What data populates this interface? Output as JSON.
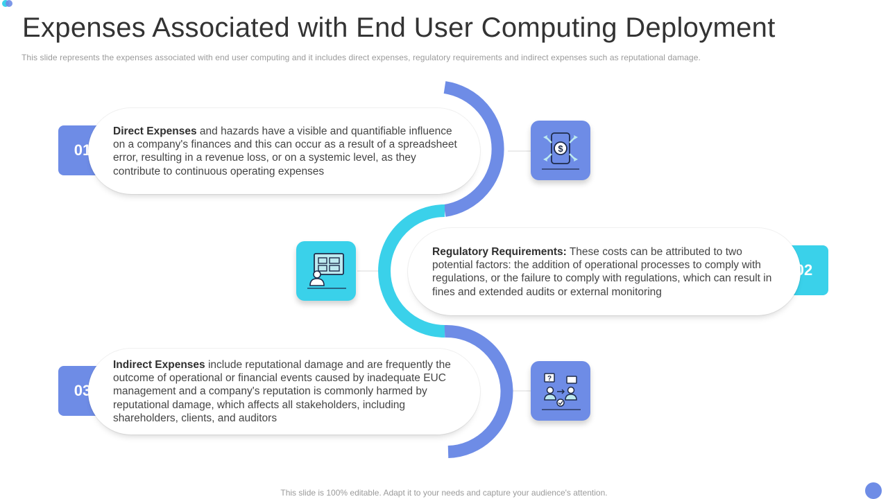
{
  "title": "Expenses Associated with End User Computing Deployment",
  "subtitle": "This slide represents the expenses associated with end user computing and it includes direct expenses, regulatory requirements and indirect expenses such as reputational damage.",
  "colors": {
    "accent_blue": "#6e8ce6",
    "accent_cyan": "#3ad1ea"
  },
  "items": [
    {
      "number": "01",
      "heading": "Direct Expenses",
      "body": " and hazards have a visible and quantifiable influence on a company's finances and this can occur as a result of a spreadsheet error, resulting in a revenue loss, or on a systemic level, as they contribute to continuous operating expenses",
      "icon": "mobile-dollar-icon"
    },
    {
      "number": "02",
      "heading": "Regulatory Requirements:",
      "body": " These costs can be attributed to two potential factors: the addition of operational processes to comply with regulations, or the failure to comply with regulations, which can result in fines and extended audits or external monitoring",
      "icon": "presentation-screen-icon"
    },
    {
      "number": "03",
      "heading": "Indirect Expenses",
      "body": " include reputational damage and are frequently the outcome of operational or financial events caused by inadequate EUC management and a company's reputation is commonly harmed by reputational damage, which affects all stakeholders, including shareholders, clients, and auditors",
      "icon": "people-discussion-icon"
    }
  ],
  "footer": "This slide is 100% editable. Adapt it to your needs and capture your audience's attention."
}
